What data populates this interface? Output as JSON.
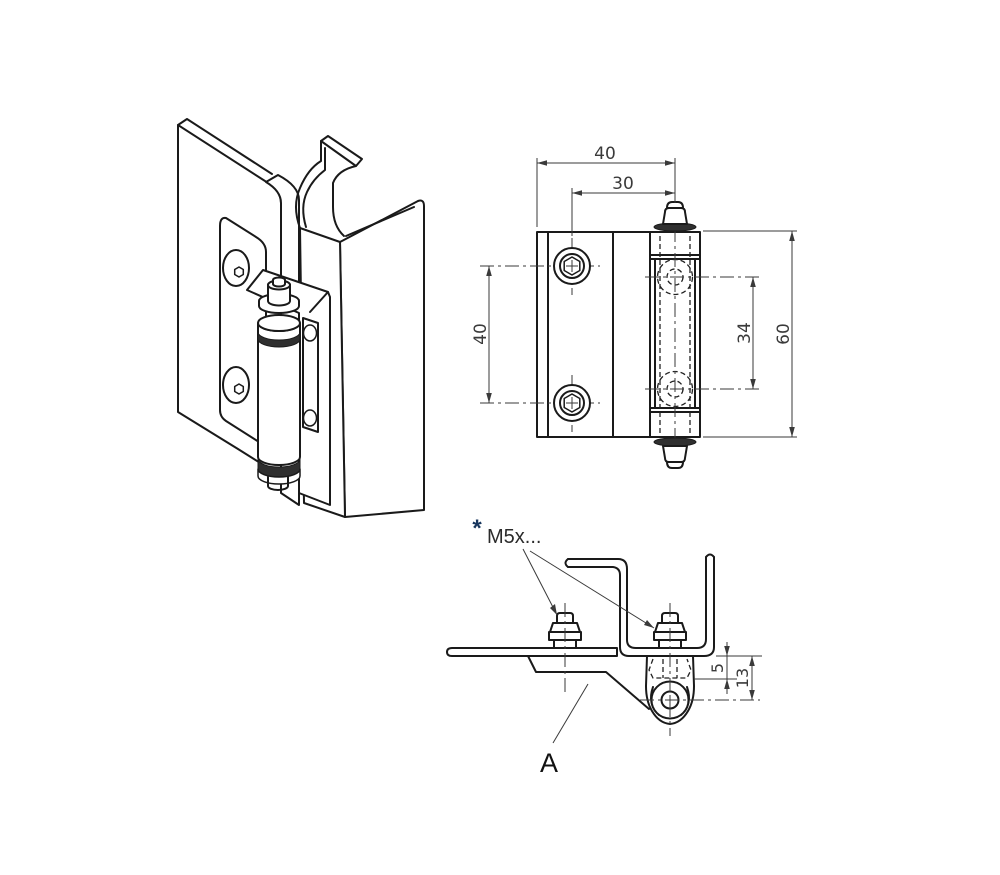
{
  "colors": {
    "background": "#ffffff",
    "line": "#1a1a1a",
    "dimension": "#3a3a3a",
    "accent_asterisk": "#17365d"
  },
  "front_view": {
    "dim_overall_width": "40",
    "dim_hole_to_pin": "30",
    "dim_hole_spacing": "40",
    "dim_pin_hole_spacing": "34",
    "dim_overall_height": "60"
  },
  "section_view": {
    "asterisk": "*",
    "thread_label": "M5x...",
    "dim_depth_small": "5",
    "dim_depth_large": "13",
    "part_label": "A"
  }
}
